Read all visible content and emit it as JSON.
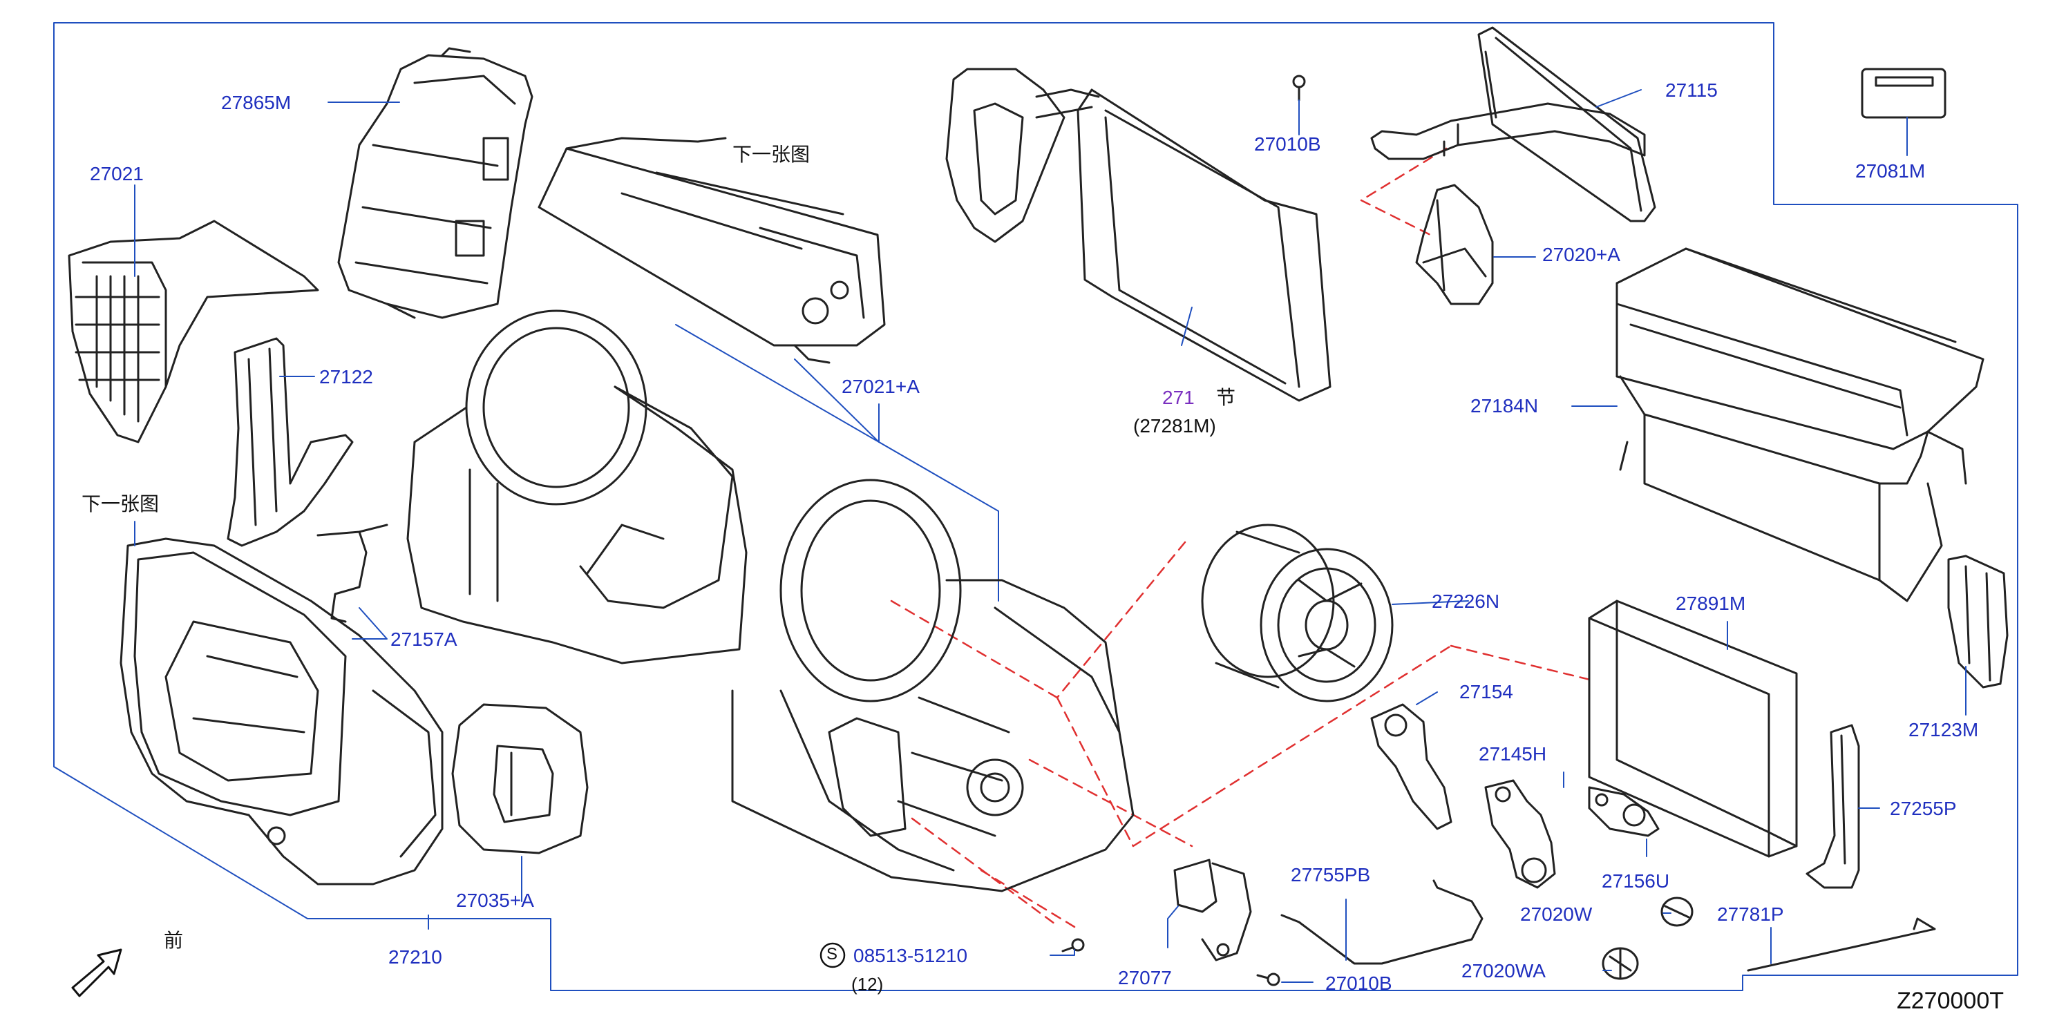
{
  "diagram_id": "Z270000T",
  "colors": {
    "line": "#1f4fbf",
    "label": "#1f2fbf",
    "dash": "#e03030",
    "part": "#222222"
  },
  "labels": {
    "p27865M": "27865M",
    "p27021": "27021",
    "p27122": "27122",
    "next_fig_1": "下一张图",
    "next_fig_2": "下一张图",
    "p27157A": "27157A",
    "p27035A": "27035+A",
    "p27210": "27210",
    "front": "前",
    "p27021A": "27021+A",
    "p271": "271",
    "p271_suffix": "节",
    "p27281M": "(27281M)",
    "p27010B_top": "27010B",
    "p27115": "27115",
    "p27081M": "27081M",
    "p27020A": "27020+A",
    "p27184N": "27184N",
    "p27226N": "27226N",
    "p27891M": "27891M",
    "p27154": "27154",
    "p27145H": "27145H",
    "p27123M": "27123M",
    "p27255P": "27255P",
    "p27156U": "27156U",
    "p27755PB": "27755PB",
    "p27020W": "27020W",
    "p27781P": "27781P",
    "p27020WA": "27020WA",
    "p27077": "27077",
    "p27010B_bottom": "27010B",
    "screw_mark": "S",
    "p08513": "08513-51210",
    "qty12": "(12)"
  },
  "icons": [
    "front-arrow-icon",
    "screw-symbol-icon"
  ]
}
